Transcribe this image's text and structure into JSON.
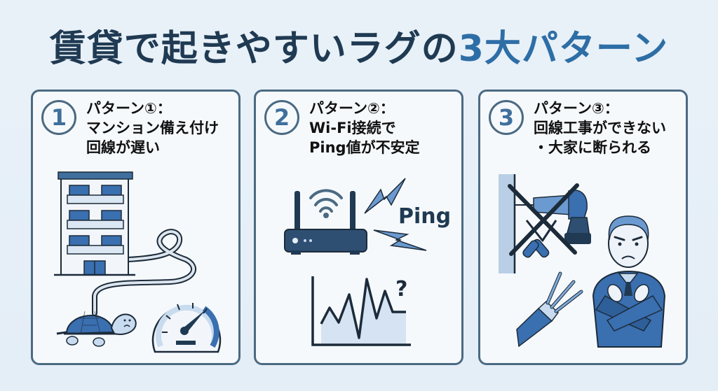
{
  "title": {
    "main": "賃貸で起きやすいラグの",
    "accent": "3大パターン"
  },
  "colors": {
    "background": "#e6eff7",
    "title_dark": "#1f3a52",
    "title_accent": "#2e6ea6",
    "panel_border": "#4b6a82",
    "illustration_blue": "#3a6fb0",
    "illustration_light": "#c8dbef",
    "outline": "#1c2b3a"
  },
  "patterns": [
    {
      "number": "1",
      "lines": [
        "パターン①：",
        "マンション備え付け",
        "回線が遅い"
      ],
      "illustration": [
        "apartment-building",
        "cable",
        "turtle",
        "speedometer"
      ]
    },
    {
      "number": "2",
      "lines": [
        "パターン②：",
        "Wi-Fi接続で",
        "Ping値が不安定"
      ],
      "illustration_label": "Ping",
      "chart_mark": "?",
      "illustration": [
        "wifi-router",
        "lightning-bolt",
        "unstable-ping-graph"
      ]
    },
    {
      "number": "3",
      "lines": [
        "パターン③：",
        "回線工事ができない",
        "・大家に断られる"
      ],
      "illustration": [
        "wall",
        "drill",
        "screwdriver",
        "prohibited-x",
        "cable",
        "landlord-crossed-arms"
      ]
    }
  ]
}
